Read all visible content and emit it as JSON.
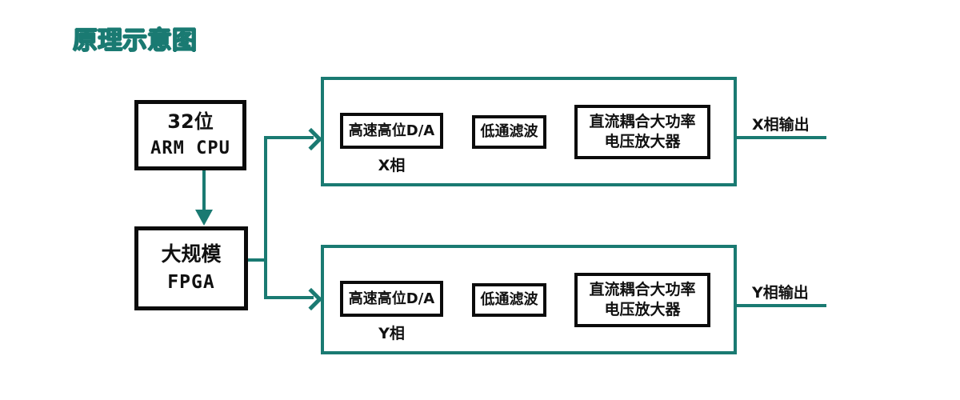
{
  "diagram": {
    "title": "原理示意图",
    "colors": {
      "accent_teal": "#1a7a72",
      "block_border": "#0b0b0b",
      "text": "#111111",
      "background": "#ffffff"
    }
  },
  "blocks": {
    "cpu": {
      "line1": "32位",
      "line2": "ARM CPU"
    },
    "fpga": {
      "line1": "大规模",
      "line2": "FPGA"
    }
  },
  "phases": [
    {
      "id": "x",
      "phase_label": "X相",
      "output_label": "X相输出",
      "stages": [
        {
          "name": "dac",
          "label": "高速高位D/A"
        },
        {
          "name": "lowpass-filter",
          "label": "低通滤波"
        },
        {
          "name": "amplifier",
          "line1": "直流耦合大功率",
          "line2": "电压放大器"
        }
      ]
    },
    {
      "id": "y",
      "phase_label": "Y相",
      "output_label": "Y相输出",
      "stages": [
        {
          "name": "dac",
          "label": "高速高位D/A"
        },
        {
          "name": "lowpass-filter",
          "label": "低通滤波"
        },
        {
          "name": "amplifier",
          "line1": "直流耦合大功率",
          "line2": "电压放大器"
        }
      ]
    }
  ]
}
